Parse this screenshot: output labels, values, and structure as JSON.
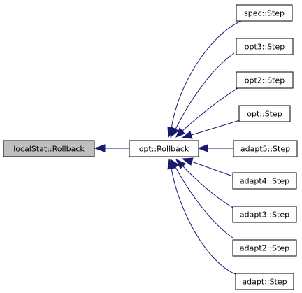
{
  "diagram": {
    "edge_color": "#191970",
    "root_fill": "#bfbfbf",
    "nodes": {
      "root": {
        "label": "localStat::Rollback"
      },
      "hub": {
        "label": "opt::Rollback"
      },
      "spec": {
        "label": "spec::Step"
      },
      "opt3": {
        "label": "opt3::Step"
      },
      "opt2": {
        "label": "opt2::Step"
      },
      "opt": {
        "label": "opt::Step"
      },
      "adapt5": {
        "label": "adapt5::Step"
      },
      "adapt4": {
        "label": "adapt4::Step"
      },
      "adapt3": {
        "label": "adapt3::Step"
      },
      "adapt2": {
        "label": "adapt2::Step"
      },
      "adapt": {
        "label": "adapt::Step"
      }
    },
    "edges": [
      {
        "from": "hub",
        "to": "root"
      },
      {
        "from": "spec",
        "to": "hub"
      },
      {
        "from": "opt3",
        "to": "hub"
      },
      {
        "from": "opt2",
        "to": "hub"
      },
      {
        "from": "opt",
        "to": "hub"
      },
      {
        "from": "adapt5",
        "to": "hub"
      },
      {
        "from": "adapt4",
        "to": "hub"
      },
      {
        "from": "adapt3",
        "to": "hub"
      },
      {
        "from": "adapt2",
        "to": "hub"
      },
      {
        "from": "adapt",
        "to": "hub"
      }
    ]
  }
}
